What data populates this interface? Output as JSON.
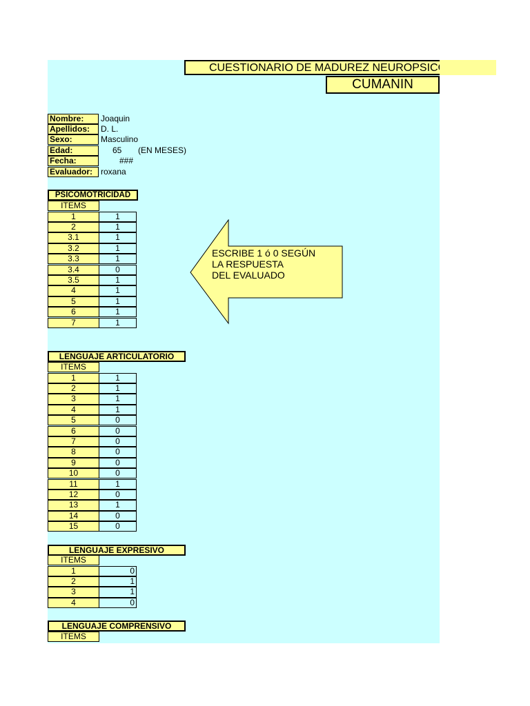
{
  "title": "CUESTIONARIO DE MADUREZ NEUROPSICOLÓGICA INFANTIL",
  "subtitle": "CUMANIN",
  "info": {
    "nombre_label": "Nombre:",
    "nombre": "Joaquin",
    "apellidos_label": "Apellidos:",
    "apellidos": "D. L.",
    "sexo_label": "Sexo:",
    "sexo": "Masculino",
    "edad_label": "Edad:",
    "edad": "65",
    "edad_unit": "(EN MESES)",
    "fecha_label": "Fecha:",
    "fecha": "###",
    "evaluador_label": "Evaluador:",
    "evaluador": "roxana"
  },
  "instruction": "ESCRIBE 1 ó 0 SEGÚN\nLA RESPUESTA\nDEL EVALUADO",
  "items_header": "ITEMS",
  "sections": {
    "psicomotricidad": {
      "title": "PSICOMOTRICIDAD",
      "items": [
        "1",
        "2",
        "3.1",
        "3.2",
        "3.3",
        "3.4",
        "3.5",
        "4",
        "5",
        "6",
        "7"
      ],
      "values": [
        "1",
        "1",
        "1",
        "1",
        "1",
        "0",
        "1",
        "1",
        "1",
        "1",
        "1"
      ]
    },
    "articulatorio": {
      "title": "LENGUAJE ARTICULATORIO",
      "items": [
        "1",
        "2",
        "3",
        "4",
        "5",
        "6",
        "7",
        "8",
        "9",
        "10",
        "11",
        "12",
        "13",
        "14",
        "15"
      ],
      "values": [
        "1",
        "1",
        "1",
        "1",
        "0",
        "0",
        "0",
        "0",
        "0",
        "0",
        "1",
        "0",
        "1",
        "0",
        "0"
      ]
    },
    "expresivo": {
      "title": "LENGUAJE EXPRESIVO",
      "items": [
        "1",
        "2",
        "3",
        "4"
      ],
      "values": [
        "0",
        "1",
        "1",
        "0"
      ]
    },
    "comprensivo": {
      "title": "LENGUAJE COMPRENSIVO"
    }
  },
  "colors": {
    "sheet": "#ccffff",
    "cell": "#ffff99"
  }
}
